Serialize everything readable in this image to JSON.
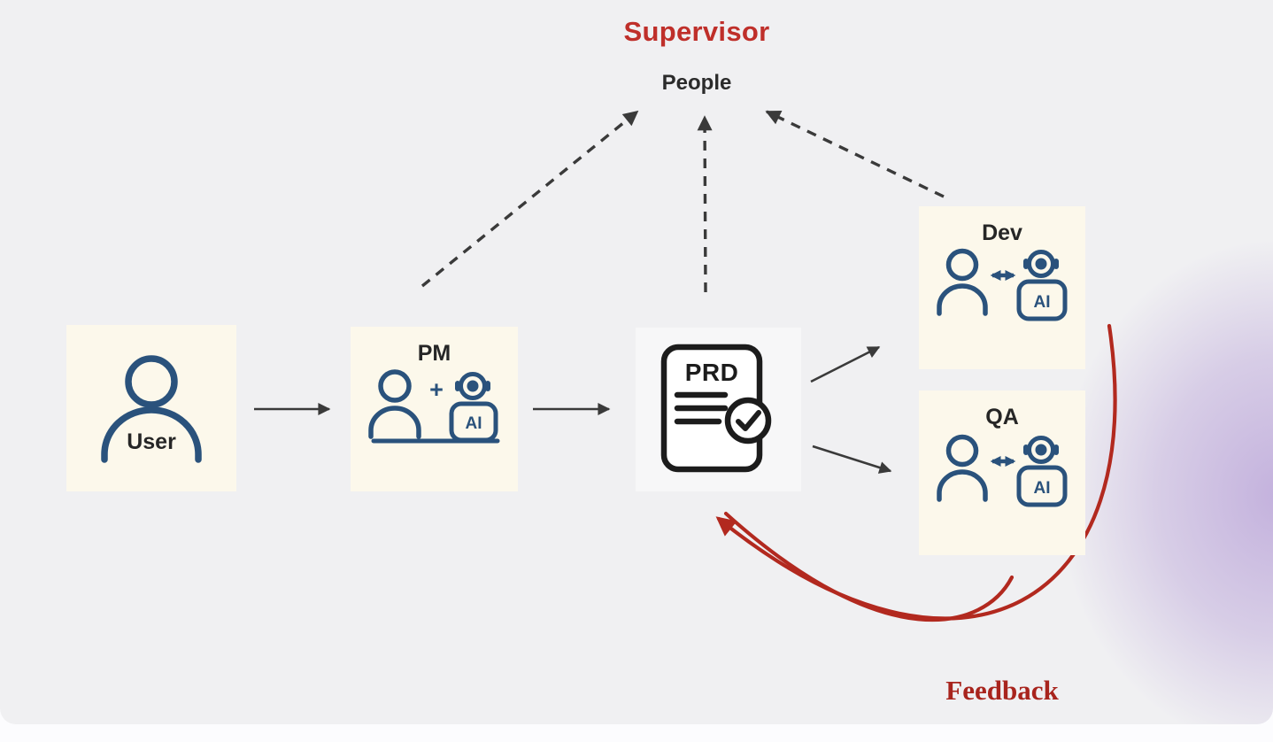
{
  "header": {
    "supervisor": "Supervisor",
    "people": "People"
  },
  "nodes": {
    "user": {
      "label": "User"
    },
    "pm": {
      "label": "PM",
      "plus_sign": "+",
      "ai_label": "AI"
    },
    "prd": {
      "doc_label": "PRD"
    },
    "dev": {
      "label": "Dev",
      "ai_label": "AI"
    },
    "qa": {
      "label": "QA",
      "ai_label": "AI"
    }
  },
  "feedback": {
    "label": "Feedback"
  },
  "colors": {
    "panel_bg": "#f0f0f2",
    "box_cream": "#fcf8eb",
    "box_gray": "#f7f7f8",
    "icon_blue": "#2a527c",
    "icon_black": "#1c1c1c",
    "arrow_dark": "#3a3a3a",
    "accent_red_title": "#bf2f2a",
    "accent_red_arrow": "#b2291f",
    "glow_purple": "#9773c8"
  }
}
